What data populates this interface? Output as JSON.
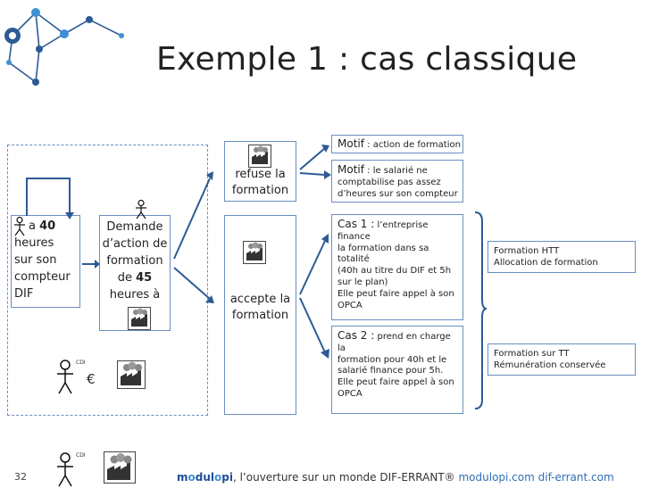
{
  "title": "Exemple 1 : cas classique",
  "left_box": {
    "prefix": "a ",
    "hours": "40",
    "line1_rest": "",
    "line2": "heures",
    "line3": "sur son",
    "line4": "compteur",
    "line5": "DIF"
  },
  "demande_box": {
    "line1": "Demande",
    "line2": "d’action de",
    "line3": "formation",
    "line4_pre": "de ",
    "hours": "45",
    "line5": "heures à"
  },
  "refuse_box": {
    "line1": "refuse la",
    "line2": "formation"
  },
  "accepte_box": {
    "line1": "accepte la",
    "line2": "formation"
  },
  "motif1": {
    "label": "Motif",
    "text": " : action de formation"
  },
  "motif2": {
    "label": "Motif",
    "text": " : le salarié ne comptabilise pas assez d’heures sur son compteur"
  },
  "cas1": {
    "label": "Cas 1 :",
    "lines": [
      " l’entreprise finance",
      "la formation dans sa totalité",
      "(40h au titre du DIF et 5h",
      "sur le plan)",
      "Elle peut faire appel à son",
      "OPCA"
    ]
  },
  "cas2": {
    "label": "Cas 2 :",
    "lines": [
      " prend en charge la",
      "formation pour 40h et le",
      "salarié finance pour 5h.",
      "Elle peut faire appel à son",
      "OPCA"
    ]
  },
  "result1": {
    "lines": [
      "Formation HTT",
      "Allocation de formation"
    ]
  },
  "result2": {
    "lines": [
      "Formation sur TT",
      "Rémunération conservée"
    ]
  },
  "cdi_label_1": "CDI",
  "cdi_label_2": "CDI",
  "euro_symbol": "€",
  "page_number": "32",
  "footer": {
    "brand_m": "m",
    "brand_o1": "o",
    "brand_dul": "dul",
    "brand_o2": "o",
    "brand_pi": "pi",
    "text": ", l’ouverture sur un monde DIF-ERRANT® ",
    "link1": "modulopi.com",
    "link2": "dif-errant.com"
  }
}
